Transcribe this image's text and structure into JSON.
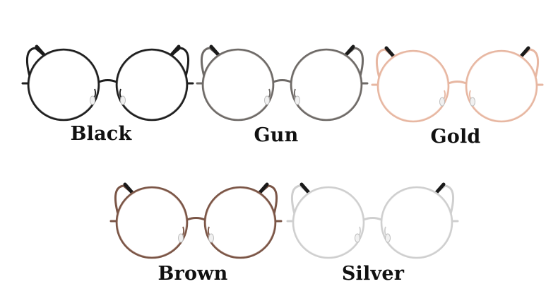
{
  "variants": [
    {
      "label": "Black",
      "frame_color": "#1e1e1e",
      "rim_highlight": "#555555"
    },
    {
      "label": "Gun",
      "frame_color": "#6e6a67",
      "rim_highlight": "#a29d98"
    },
    {
      "label": "Gold",
      "frame_color": "#e7b7a2",
      "rim_highlight": "#f6dccf"
    },
    {
      "label": "Brown",
      "frame_color": "#7a5546",
      "rim_highlight": "#a98576"
    },
    {
      "label": "Silver",
      "frame_color": "#cfcfcf",
      "rim_highlight": "#ececec"
    }
  ],
  "temple_tip_color": "#1a1a1a"
}
